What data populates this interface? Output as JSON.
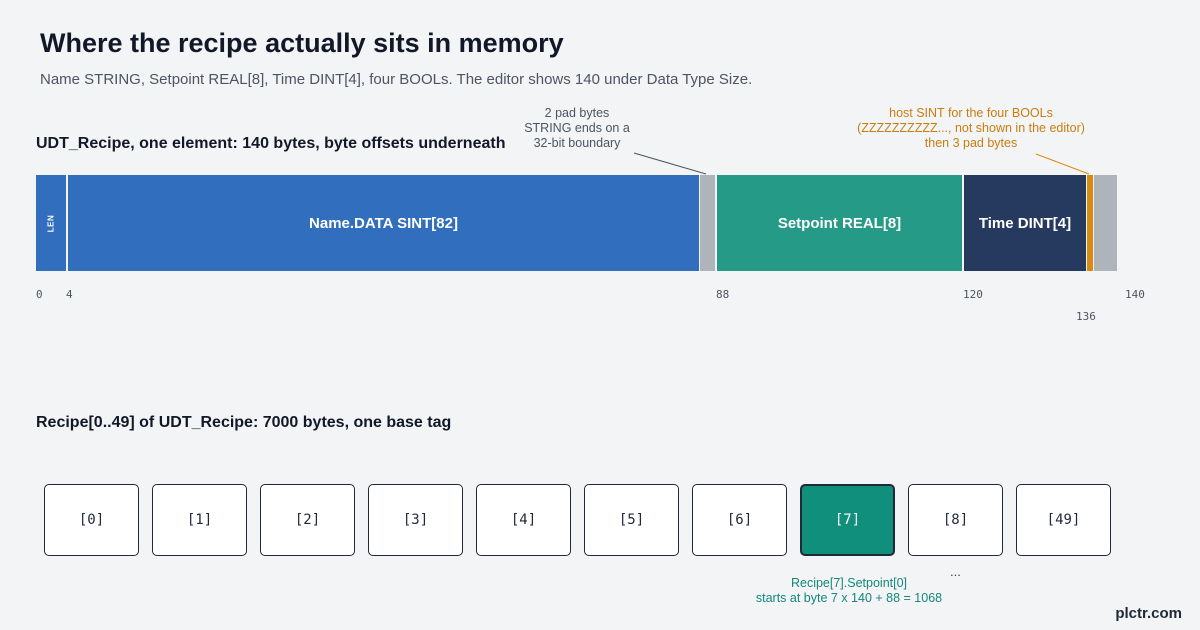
{
  "title": "Where the recipe actually sits in memory",
  "subtitle": "Name STRING, Setpoint REAL[8], Time DINT[4], four BOOLs. The editor shows 140 under Data Type Size.",
  "udt_section": {
    "heading": "UDT_Recipe, one element: 140 bytes, byte offsets underneath",
    "segments": {
      "len": "LEN",
      "name_data": "Name.DATA  SINT[82]",
      "setpoint": "Setpoint  REAL[8]",
      "time": "Time  DINT[4]"
    },
    "offsets": {
      "o0": "0",
      "o4": "4",
      "o88": "88",
      "o120": "120",
      "o136": "136",
      "o140": "140"
    },
    "pad_note": [
      "2 pad bytes",
      "STRING ends on a",
      "32-bit boundary"
    ],
    "bool_note": [
      "host SINT for the four BOOLs",
      "(ZZZZZZZZZZ..., not shown in the editor)",
      "then 3 pad bytes"
    ]
  },
  "array_section": {
    "heading": "Recipe[0..49] of UDT_Recipe: 7000 bytes, one base tag",
    "cells": [
      "[0]",
      "[1]",
      "[2]",
      "[3]",
      "[4]",
      "[5]",
      "[6]",
      "[7]",
      "[8]",
      "[49]"
    ],
    "highlighted_index": 7,
    "ellipsis": "...",
    "highlight_note": [
      "Recipe[7].Setpoint[0]",
      "starts at byte 7 x 140 + 88 = 1068"
    ]
  },
  "brand": "plctr.com",
  "colors": {
    "string_data": "#316fbe",
    "padding": "#aeb4ba",
    "setpoint": "#259b87",
    "time": "#253a5e",
    "bool_host": "#d98a14",
    "highlight_cell": "#108f7c",
    "highlight_text": "#14877a"
  }
}
